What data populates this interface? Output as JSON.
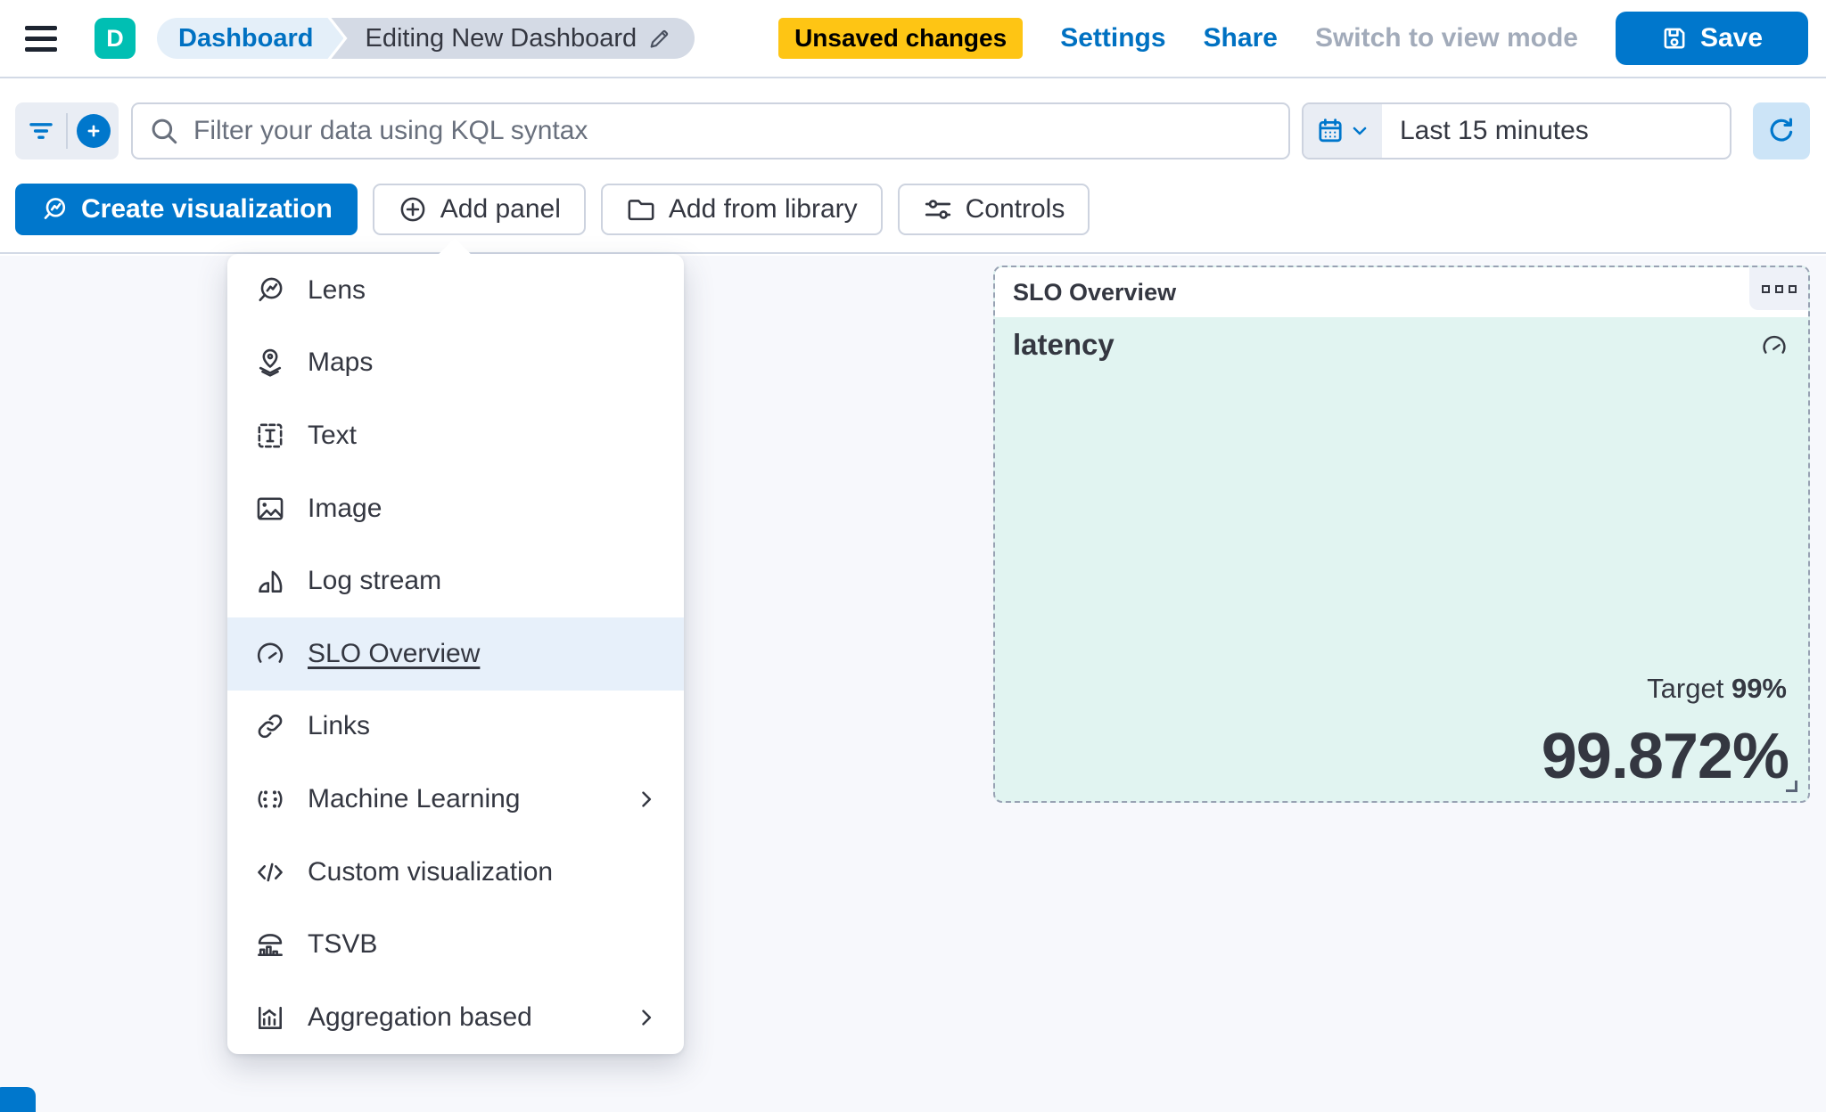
{
  "header": {
    "app_initial": "D",
    "breadcrumbs": [
      {
        "label": "Dashboard"
      },
      {
        "label": "Editing New Dashboard"
      }
    ],
    "unsaved_badge": "Unsaved changes",
    "settings_label": "Settings",
    "share_label": "Share",
    "view_mode_label": "Switch to view mode",
    "save_label": "Save"
  },
  "filter_bar": {
    "search_placeholder": "Filter your data using KQL syntax",
    "time_range": "Last 15 minutes"
  },
  "toolbar": {
    "create_visualization": "Create visualization",
    "add_panel": "Add panel",
    "add_from_library": "Add from library",
    "controls": "Controls"
  },
  "add_panel_menu": {
    "items": [
      {
        "label": "Lens",
        "icon": "lens-icon",
        "selected": false,
        "has_submenu": false
      },
      {
        "label": "Maps",
        "icon": "maps-icon",
        "selected": false,
        "has_submenu": false
      },
      {
        "label": "Text",
        "icon": "text-icon",
        "selected": false,
        "has_submenu": false
      },
      {
        "label": "Image",
        "icon": "image-icon",
        "selected": false,
        "has_submenu": false
      },
      {
        "label": "Log stream",
        "icon": "log-stream-icon",
        "selected": false,
        "has_submenu": false
      },
      {
        "label": "SLO Overview",
        "icon": "gauge-icon",
        "selected": true,
        "has_submenu": false
      },
      {
        "label": "Links",
        "icon": "link-icon",
        "selected": false,
        "has_submenu": false
      },
      {
        "label": "Machine Learning",
        "icon": "machine-learning-icon",
        "selected": false,
        "has_submenu": true
      },
      {
        "label": "Custom visualization",
        "icon": "code-icon",
        "selected": false,
        "has_submenu": false
      },
      {
        "label": "TSVB",
        "icon": "tsvb-icon",
        "selected": false,
        "has_submenu": false
      },
      {
        "label": "Aggregation based",
        "icon": "aggregation-icon",
        "selected": false,
        "has_submenu": true
      }
    ]
  },
  "slo_panel": {
    "title": "SLO Overview",
    "metric_name": "latency",
    "target_label": "Target",
    "target_value": "99%",
    "value": "99.872%"
  },
  "colors": {
    "primary": "#0077CC",
    "logo_teal": "#00BFB3",
    "warning_badge": "#FEC514",
    "panel_bg": "#E1F4F1",
    "menu_highlight": "#E7F0FA",
    "canvas_bg": "#F7F8FC"
  }
}
